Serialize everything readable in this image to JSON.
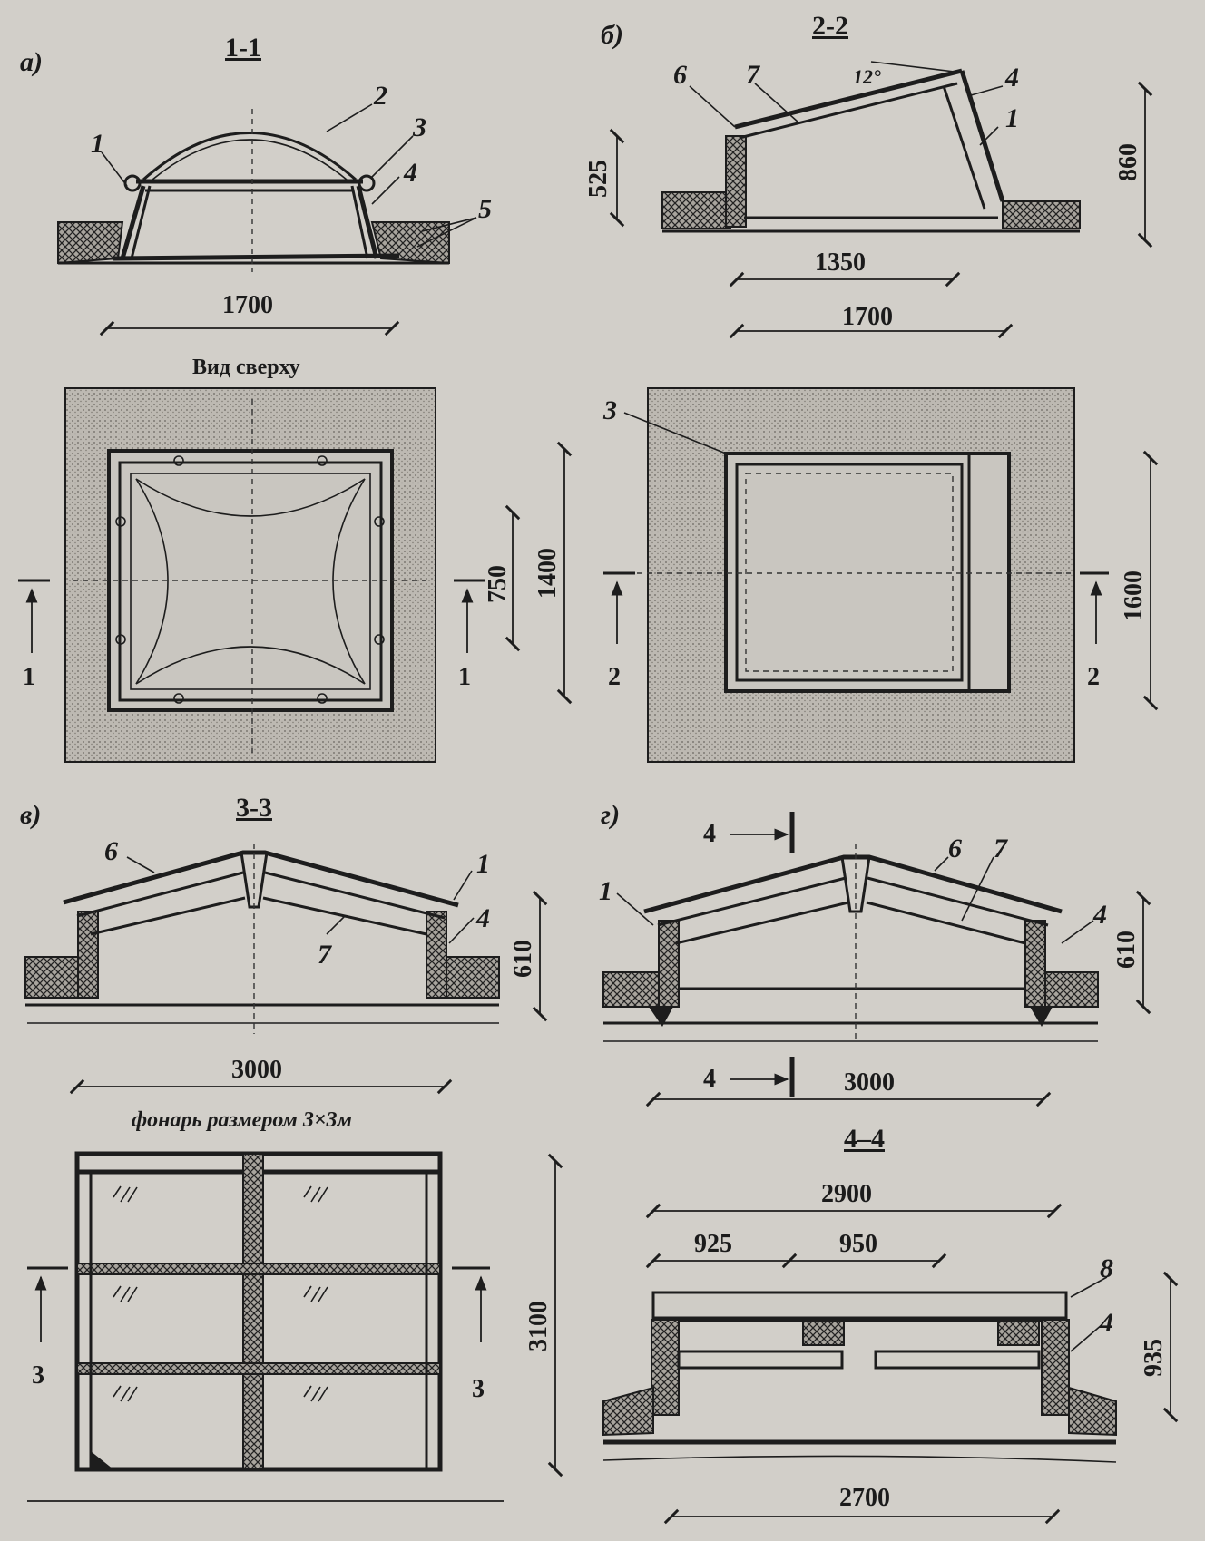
{
  "panels": {
    "a": {
      "letter": "а)",
      "section": "1-1",
      "callouts": [
        "1",
        "2",
        "3",
        "4",
        "5"
      ],
      "dim_width": "1700",
      "plan_title": "Вид сверху",
      "plan_dims": [
        "750",
        "1400"
      ],
      "cut_marks": [
        "1",
        "1"
      ]
    },
    "b": {
      "letter": "б)",
      "section": "2-2",
      "callouts": [
        "6",
        "7",
        "4",
        "1",
        "3"
      ],
      "angle": "12°",
      "dims": [
        "525",
        "860",
        "1350",
        "1700",
        "1600"
      ],
      "cut_marks": [
        "2",
        "2"
      ]
    },
    "v": {
      "letter": "в)",
      "section": "3-3",
      "callouts": [
        "6",
        "1",
        "4",
        "7"
      ],
      "dims": [
        "610",
        "3000",
        "3100"
      ],
      "plan_title": "фонарь размером 3×3м",
      "cut_marks": [
        "3",
        "3"
      ]
    },
    "g": {
      "letter": "г)",
      "callouts": [
        "1",
        "6",
        "7",
        "4"
      ],
      "dims": [
        "610",
        "3000"
      ],
      "cut_marks": [
        "4",
        "4"
      ],
      "section2": "4–4",
      "section2_callouts": [
        "8",
        "4"
      ],
      "section2_dims": [
        "2900",
        "925",
        "950",
        "935",
        "2700"
      ]
    }
  }
}
